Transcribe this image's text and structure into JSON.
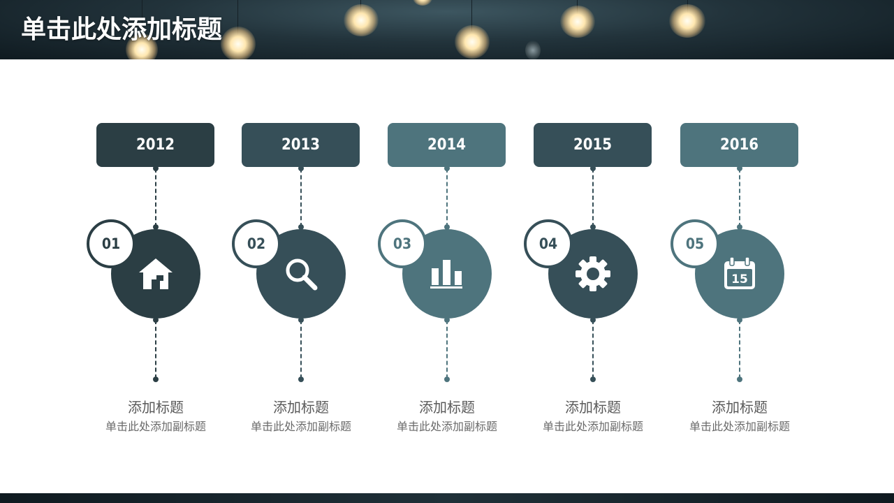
{
  "header": {
    "title": "单击此处添加标题"
  },
  "steps": [
    {
      "year": "2012",
      "num": "01",
      "title": "添加标题",
      "subtitle": "单击此处添加副标题",
      "icon": "home-icon",
      "color": "#2b3e44"
    },
    {
      "year": "2013",
      "num": "02",
      "title": "添加标题",
      "subtitle": "单击此处添加副标题",
      "icon": "search-icon",
      "color": "#364f58"
    },
    {
      "year": "2014",
      "num": "03",
      "title": "添加标题",
      "subtitle": "单击此处添加副标题",
      "icon": "bar-chart-icon",
      "color": "#4e747d"
    },
    {
      "year": "2015",
      "num": "04",
      "title": "添加标题",
      "subtitle": "单击此处添加副标题",
      "icon": "gear-icon",
      "color": "#364f58"
    },
    {
      "year": "2016",
      "num": "05",
      "title": "添加标题",
      "subtitle": "单击此处添加副标题",
      "icon": "calendar-icon",
      "color": "#4e747d",
      "icon_text": "15"
    }
  ]
}
